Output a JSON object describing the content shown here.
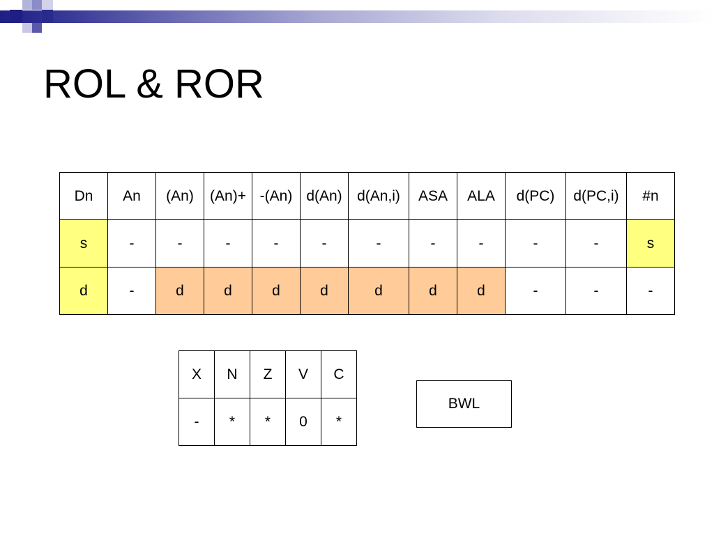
{
  "slide": {
    "title": "ROL & ROR"
  },
  "colors": {
    "source": "#ffff80",
    "destination": "#ffcc99",
    "plain": "#ffffff"
  },
  "modes_table": {
    "headers": [
      "Dn",
      "An",
      "(An)",
      "(An)+",
      "-(An)",
      "d(An)",
      "d(An,i)",
      "ASA",
      "ALA",
      "d(PC)",
      "d(PC,i)",
      "#n"
    ],
    "source_row": [
      "s",
      "-",
      "-",
      "-",
      "-",
      "-",
      "-",
      "-",
      "-",
      "-",
      "-",
      "s"
    ],
    "source_highlight": [
      "source",
      "plain",
      "plain",
      "plain",
      "plain",
      "plain",
      "plain",
      "plain",
      "plain",
      "plain",
      "plain",
      "source"
    ],
    "destination_row": [
      "d",
      "-",
      "d",
      "d",
      "d",
      "d",
      "d",
      "d",
      "d",
      "-",
      "-",
      "-"
    ],
    "destination_highlight": [
      "source",
      "plain",
      "destination",
      "destination",
      "destination",
      "destination",
      "destination",
      "destination",
      "destination",
      "plain",
      "plain",
      "plain"
    ]
  },
  "flags_table": {
    "headers": [
      "X",
      "N",
      "Z",
      "V",
      "C"
    ],
    "values": [
      "-",
      "*",
      "*",
      "0",
      "*"
    ]
  },
  "sizes": {
    "label": "BWL"
  }
}
